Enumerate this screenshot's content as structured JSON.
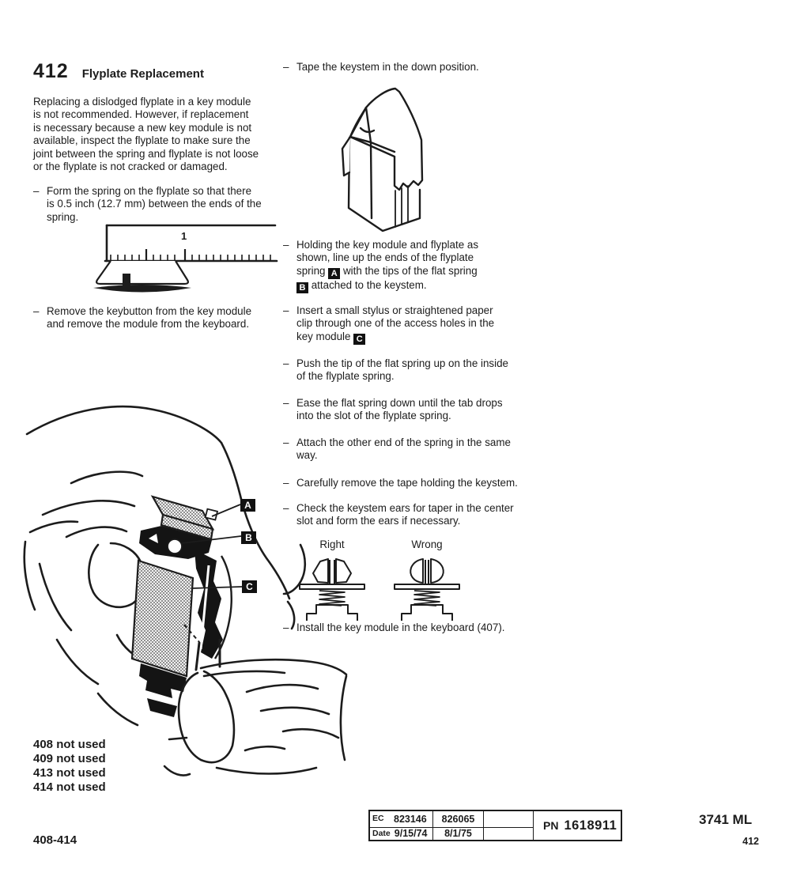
{
  "chars": {
    "dash": "–"
  },
  "colors": {
    "ink": "#1c1c1c",
    "paper": "#ffffff"
  },
  "header": {
    "section_number": "412",
    "section_title": "Flyplate Replacement"
  },
  "left_column": {
    "intro": "Replacing a dislodged flyplate in a key module\nis not recommended.  However, if replacement\nis necessary because a new key module is not\navailable, inspect the flyplate to make sure the\njoint between the spring and flyplate is not loose\nor the flyplate is not cracked or damaged.",
    "bullet_form_spring": "Form the spring on the flyplate so that there\nis 0.5 inch (12.7 mm) between the ends of the\nspring.",
    "ruler_figure": {
      "scale_label": "1"
    },
    "bullet_remove": "Remove the keybutton from the key module\nand remove the module from the keyboard.",
    "not_used_list": [
      "408 not used",
      "409 not used",
      "413 not used",
      "414 not used"
    ],
    "page_range": "408-414"
  },
  "right_column": {
    "bullet_tape": "Tape the keystem in the down position.",
    "bullet_align": {
      "part1": "Holding the key module and flyplate as\nshown, line up the ends of the flyplate\nspring",
      "callout_a": "A",
      "part2": "with the tips of the flat spring\n",
      "callout_b": "B",
      "part3": "attached to the keystem."
    },
    "bullet_insert": {
      "part1": "Insert a small stylus or straightened paper\nclip through one of the access holes in the\nkey module",
      "callout_c": "C"
    },
    "bullet_push": "Push the tip of the flat spring up on the inside\nof the flyplate spring.",
    "bullet_ease": "Ease the flat spring down until the tab drops\ninto the slot of the flyplate spring.",
    "bullet_attach": "Attach the other end of the spring in the same\nway.",
    "bullet_remove_tape": "Carefully remove the tape holding the keystem.",
    "bullet_check_ears": "Check the keystem ears for taper in the center\nslot and form the ears if necessary.",
    "ears_figure": {
      "right_label": "Right",
      "wrong_label": "Wrong"
    },
    "bullet_install": "Install the key module in the keyboard (407)."
  },
  "figure_callouts": {
    "a": "A",
    "b": "B",
    "c": "C"
  },
  "footer": {
    "ec_box": {
      "ec_label": "EC",
      "ec_value_1": "823146",
      "ec_value_2": "826065",
      "date_label": "Date",
      "date_value_1": "9/15/74",
      "date_value_2": "8/1/75",
      "pn_label": "PN",
      "pn_value": "1618911"
    },
    "doc_code": "3741 ML",
    "page_number": "412"
  }
}
